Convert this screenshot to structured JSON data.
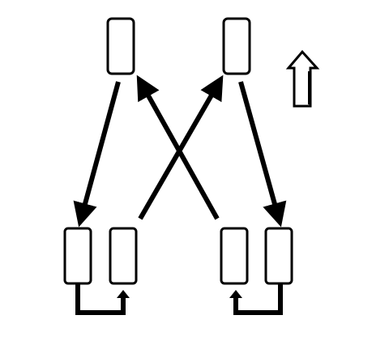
{
  "diagram": {
    "kind": "tire-rotation-pattern",
    "labels": [],
    "colors": {
      "stroke": "#000000",
      "fill": "#ffffff",
      "background": "#ffffff"
    },
    "direction_indicator": "up-arrow-icon",
    "nodes": [
      {
        "id": "top-left"
      },
      {
        "id": "top-right"
      },
      {
        "id": "bottom-left-outer"
      },
      {
        "id": "bottom-left-inner"
      },
      {
        "id": "bottom-right-inner"
      },
      {
        "id": "bottom-right-outer"
      }
    ],
    "connections": [
      {
        "from": "top-left",
        "to": "bottom-left-outer"
      },
      {
        "from": "top-right",
        "to": "bottom-right-outer"
      },
      {
        "from": "bottom-left-inner",
        "to": "top-right"
      },
      {
        "from": "bottom-right-inner",
        "to": "top-left"
      },
      {
        "from": "bottom-left-outer",
        "to": "bottom-left-inner"
      },
      {
        "from": "bottom-right-outer",
        "to": "bottom-right-inner"
      }
    ]
  }
}
